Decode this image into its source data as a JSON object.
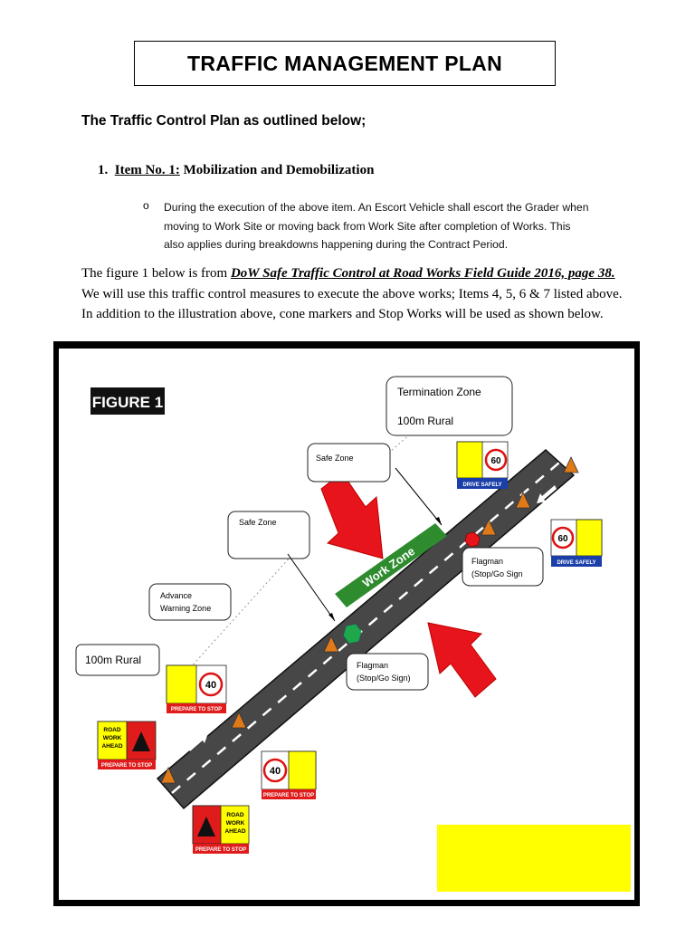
{
  "title": "TRAFFIC MANAGEMENT PLAN",
  "subtitle": "The Traffic Control Plan as outlined below;",
  "item": {
    "number": "1.",
    "label": "Item No. 1:",
    "text": "Mobilization and Demobilization"
  },
  "bullet": {
    "marker": "o",
    "lines": [
      "During the execution of the above item. An Escort Vehicle shall escort the Grader when",
      "moving to Work Site or moving back from Work Site after completion of Works. This",
      "also applies during breakdowns happening during the Contract Period."
    ]
  },
  "paragraph": {
    "prefix": "The figure 1 below is from ",
    "reference": "DoW Safe Traffic Control at Road Works Field Guide 2016, page 38.",
    "rest_line1": " We will use this traffic control measures to execute the above works; Items 4, 5, 6 & 7 listed",
    "line2": "above.  In addition to the illustration above, cone markers and Stop Works will be used as shown",
    "line3": "below."
  },
  "figure": {
    "label": "FIGURE 1",
    "termination_zone": "Termination Zone",
    "termination_distance": "100m Rural",
    "safe_zone_top": "Safe Zone",
    "safe_zone_mid": "Safe Zone",
    "advance_warning_line1": "Advance",
    "advance_warning_line2": "Warning Zone",
    "rural_left": "100m Rural",
    "work_zone": "Work Zone",
    "flagman_right_line1": "Flagman",
    "flagman_right_line2": "(Stop/Go Sign",
    "flagman_left_line1": "Flagman",
    "flagman_left_line2": "(Stop/Go Sign)",
    "speed_60": "60",
    "speed_40": "40",
    "drive_safely": "DRIVE SAFELY",
    "prepare_to_stop": "PREPARE TO STOP",
    "road_work_ahead": [
      "ROAD",
      "WORK",
      "AHEAD"
    ],
    "colors": {
      "road": "#4a4a4a",
      "work_zone": "#2e8b2e",
      "arrow_red": "#e8141b",
      "cone_orange": "#e07a18",
      "sign_yellow": "#ffff00",
      "sign_blue": "#1a3fa8",
      "sign_red": "#e01b1b",
      "stop_red": "#e8141b",
      "go_green": "#1fa84a"
    }
  }
}
